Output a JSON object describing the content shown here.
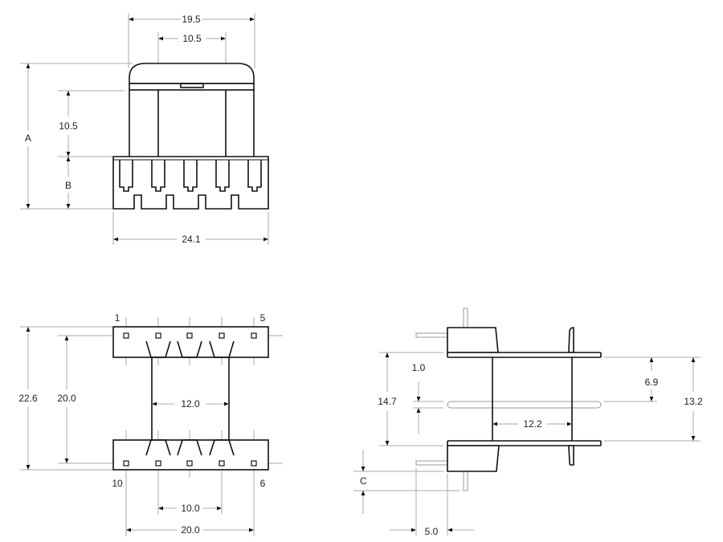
{
  "top_view": {
    "width_outer": "19.5",
    "width_inner": "10.5",
    "height_core": "10.5",
    "label_a": "A",
    "label_b": "B",
    "base_width": "24.1"
  },
  "bottom_view": {
    "pin_1": "1",
    "pin_5": "5",
    "pin_10": "10",
    "pin_6": "6",
    "core_span": "12.0",
    "overall_height": "22.6",
    "pin_row_spacing": "20.0",
    "pin_pitch_span": "10.0",
    "pin_span": "20.0"
  },
  "side_view": {
    "flange_gap": "14.7",
    "slot_width": "1.0",
    "half_height": "6.9",
    "inner_height": "13.2",
    "core_length": "12.2",
    "label_c": "C",
    "pin_offset": "5.0"
  }
}
